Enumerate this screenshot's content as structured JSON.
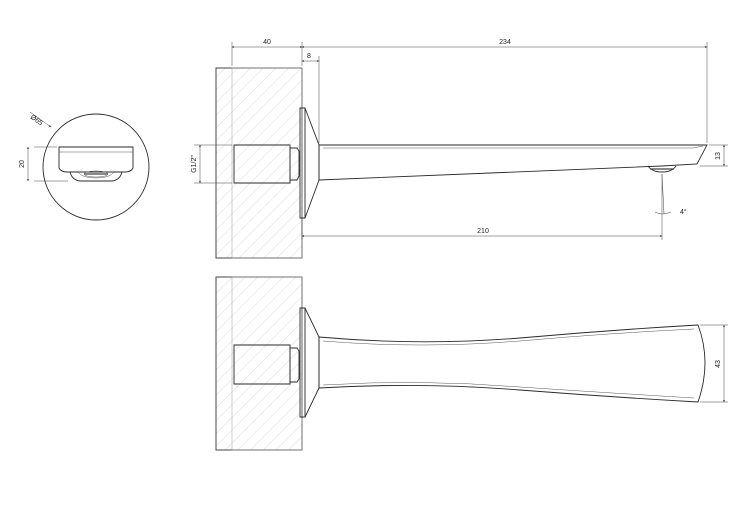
{
  "drawing": {
    "dimensions": {
      "wall_thickness": "40",
      "plate_gap": "8",
      "spout_length": "234",
      "spout_projection": "210",
      "spout_tip_height": "13",
      "spout_width": "43",
      "outlet_angle": "4°",
      "rosette_diameter": "Ø65",
      "rosette_depth": "20",
      "thread": "G1/2\""
    }
  }
}
